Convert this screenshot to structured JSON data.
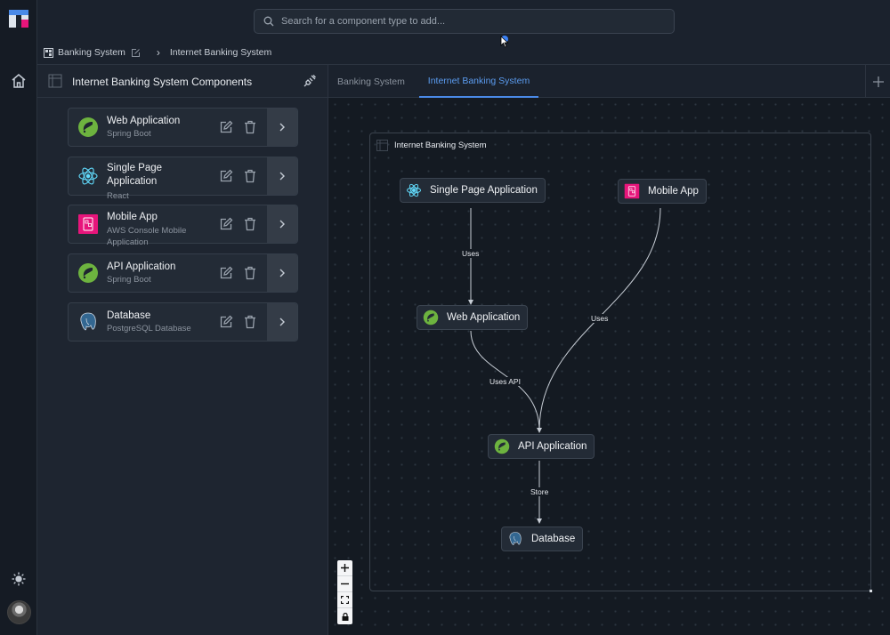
{
  "search": {
    "placeholder": "Search for a component type to add..."
  },
  "breadcrumb": {
    "system": "Banking System",
    "current": "Internet Banking System"
  },
  "panel": {
    "title": "Internet Banking System  Components"
  },
  "components": [
    {
      "name": "Web Application",
      "technology": "Spring Boot",
      "icon": "spring-icon"
    },
    {
      "name": "Single Page Application",
      "technology": "React",
      "icon": "react-icon"
    },
    {
      "name": "Mobile App",
      "technology": "AWS Console Mobile Application",
      "icon": "aws-mobile-icon"
    },
    {
      "name": "API Application",
      "technology": "Spring Boot",
      "icon": "spring-icon"
    },
    {
      "name": "Database",
      "technology": "PostgreSQL Database",
      "icon": "postgresql-icon"
    }
  ],
  "tabs": [
    {
      "label": "Banking System",
      "active": false
    },
    {
      "label": "Internet Banking System",
      "active": true
    }
  ],
  "diagram": {
    "group_title": "Internet Banking System",
    "nodes": {
      "spa": "Single Page Application",
      "mobile": "Mobile App",
      "web": "Web Application",
      "api": "API Application",
      "db": "Database"
    },
    "edges": {
      "spa_web": "Uses",
      "mobile_api": "Uses",
      "web_api": "Uses API",
      "api_db": "Store"
    }
  },
  "colors": {
    "accent": "#4a8ae8",
    "spring": "#6db33f",
    "react": "#61dafb",
    "aws_mobile": "#e7157b",
    "postgres": "#336791"
  }
}
